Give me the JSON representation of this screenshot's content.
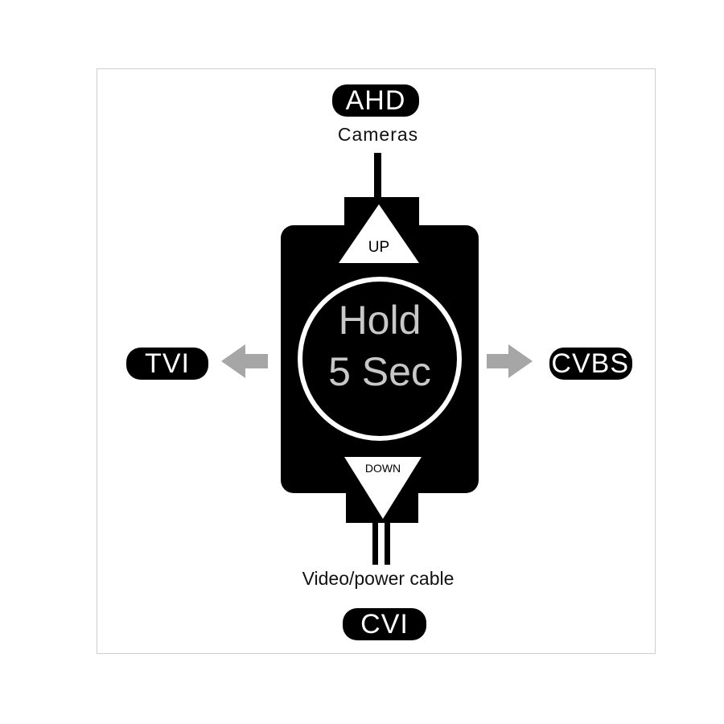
{
  "modes": {
    "top": "AHD",
    "left": "TVI",
    "right": "CVBS",
    "bottom": "CVI"
  },
  "labels": {
    "cameras": "Cameras",
    "cable": "Video/power cable",
    "up": "UP",
    "down": "DOWN",
    "hold_line1": "Hold",
    "hold_line2": "5 Sec"
  },
  "colors": {
    "body": "#000000",
    "arrow": "#a6a6a6",
    "hold_text": "#c8c8c8",
    "ring": "#ffffff"
  }
}
